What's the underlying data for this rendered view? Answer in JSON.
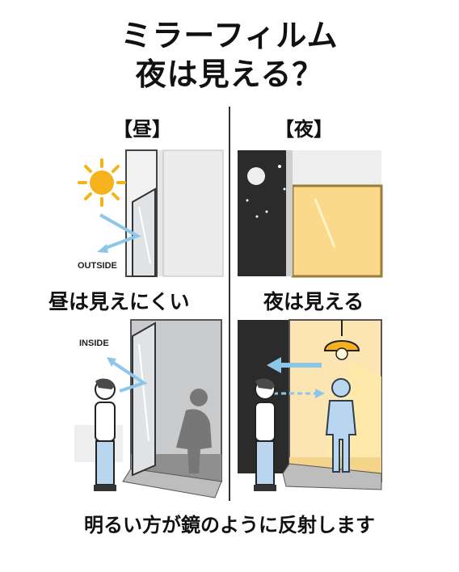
{
  "title_line1": "ミラーフィルム",
  "title_line2": "夜は見える？",
  "day_label": "【昼】",
  "night_label": "【夜】",
  "day_caption": "昼は見えにくい",
  "night_caption": "夜は見える",
  "outside_label": "OUTSIDE",
  "inside_label": "INSIDE",
  "footer": "明るい方が鏡のように反射します",
  "colors": {
    "sun": "#f6b21a",
    "arrow": "#8cc6e8",
    "night_bg": "#2b2b2b",
    "warm_light": "#fbd98a",
    "figure": "#b9d6ee"
  }
}
